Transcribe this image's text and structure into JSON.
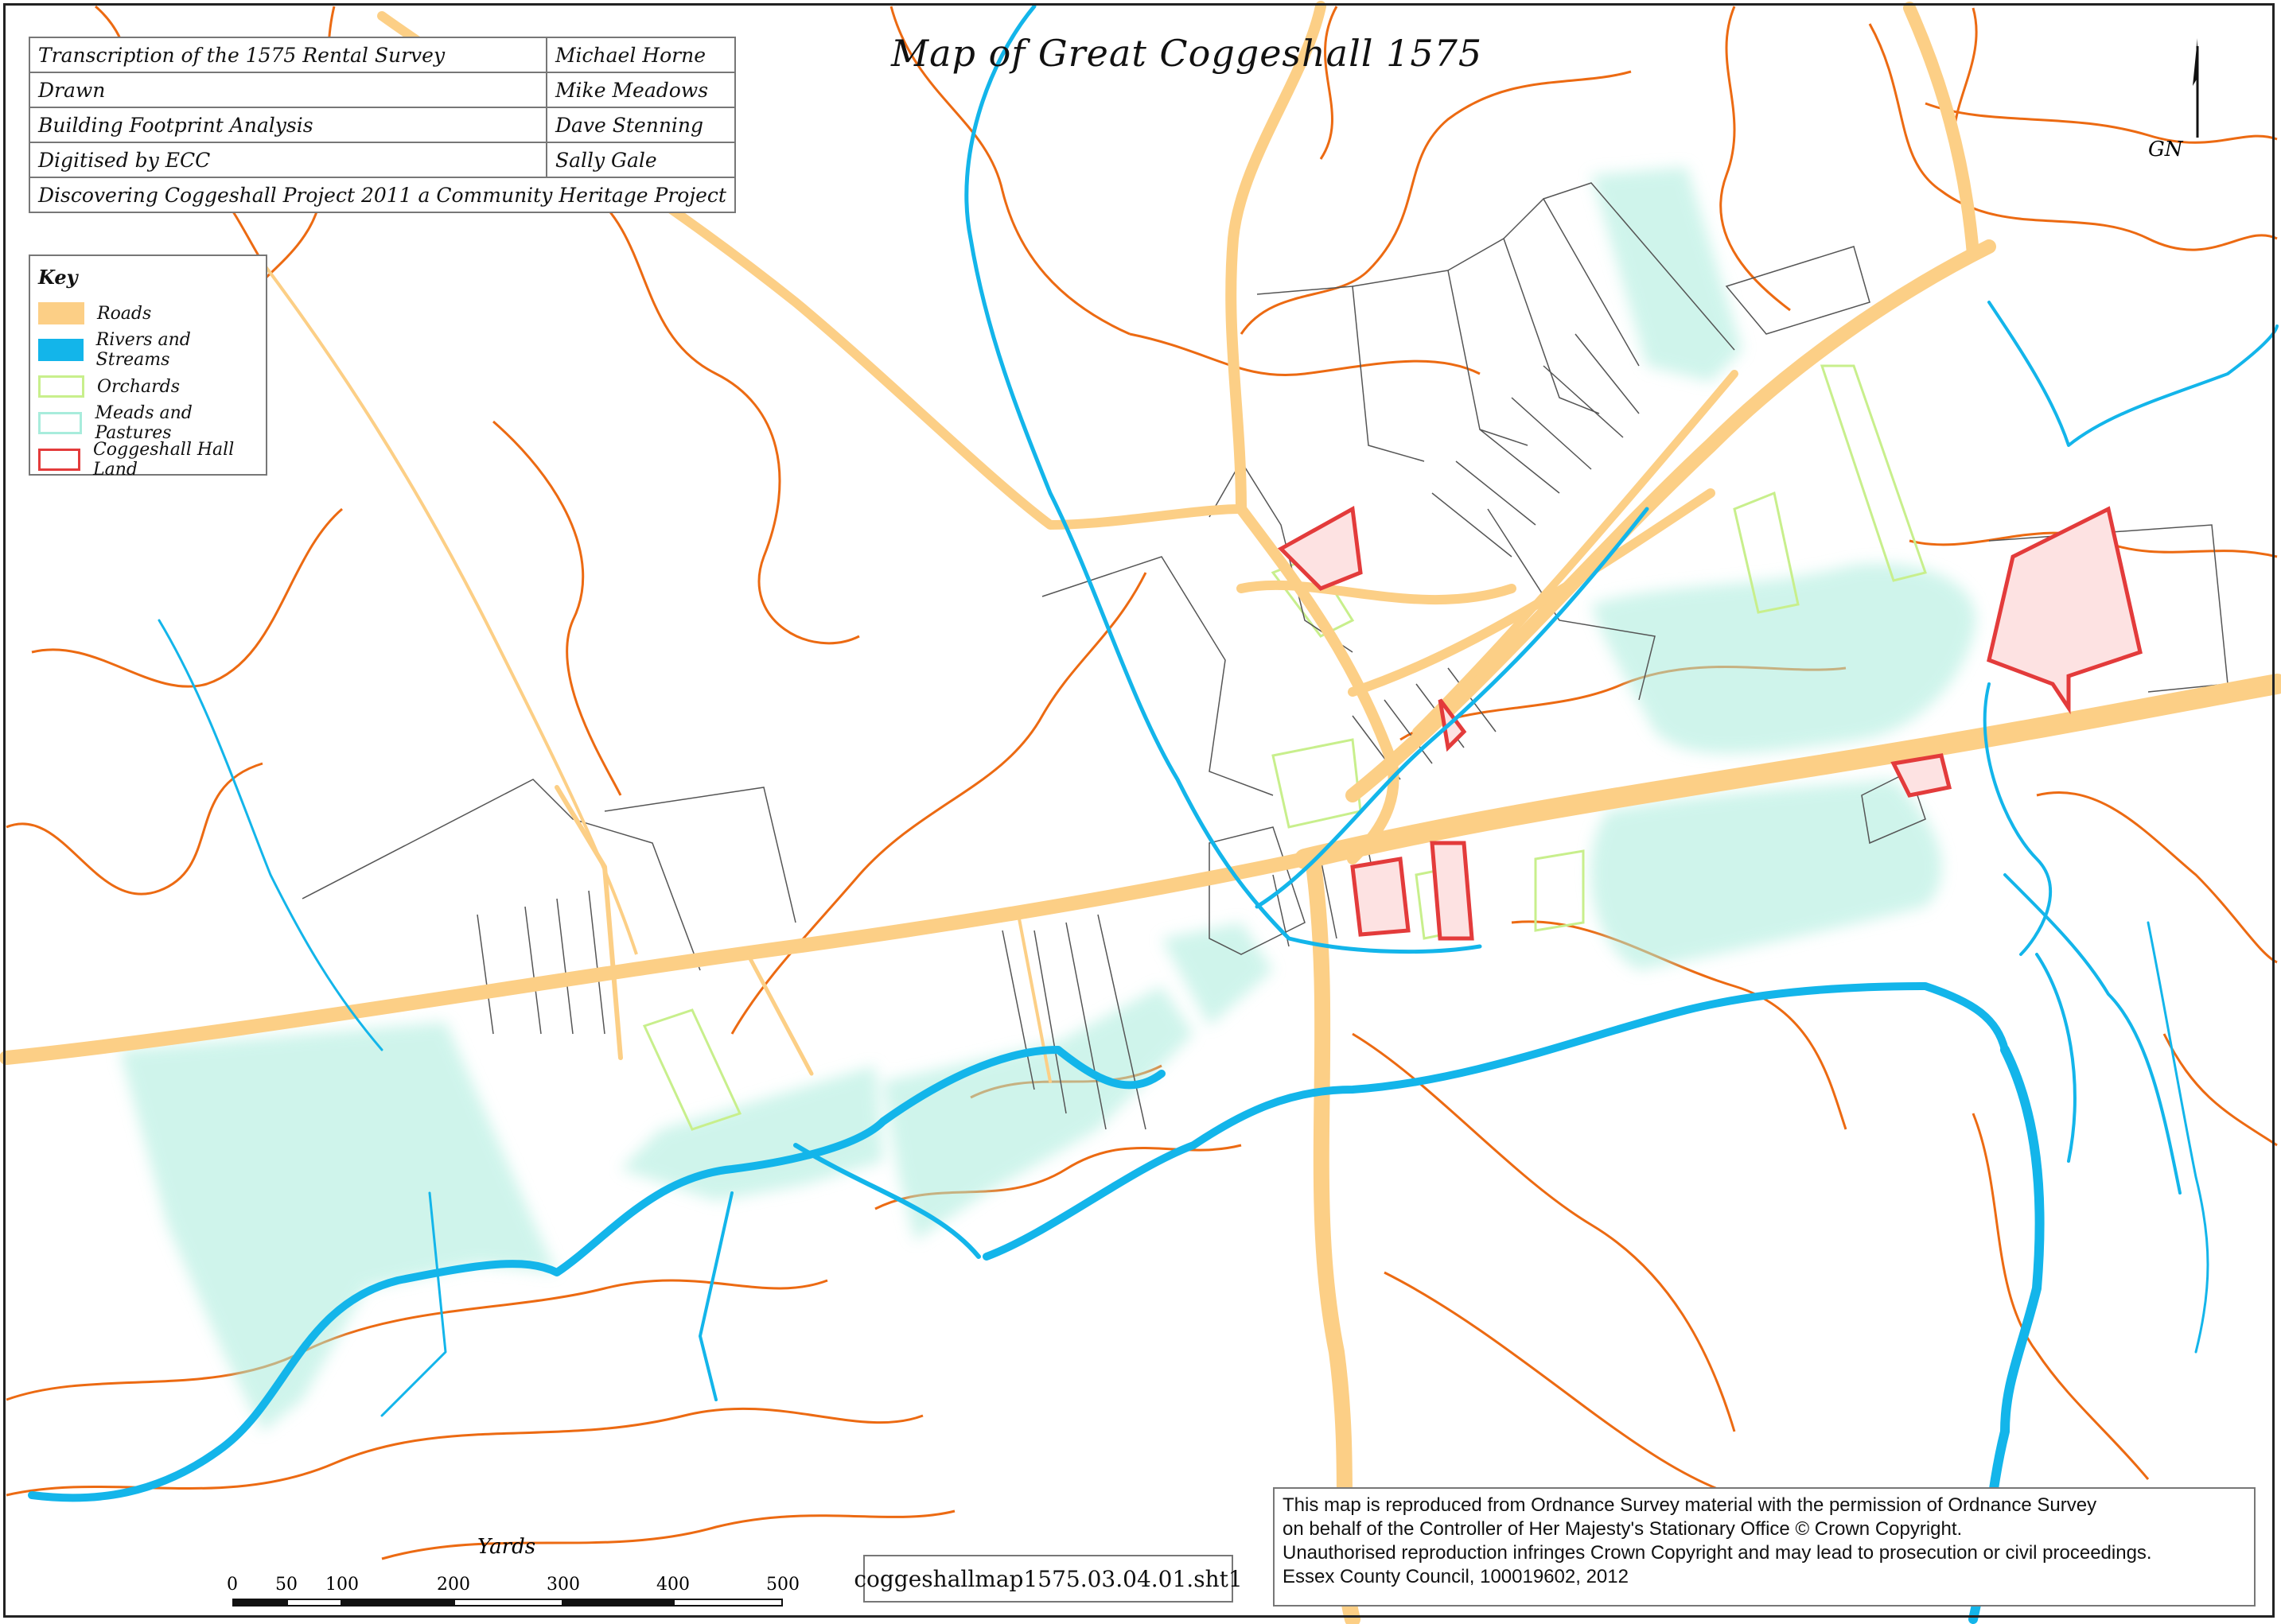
{
  "map": {
    "title": "Map of Great Coggeshall 1575",
    "sheet_id": "coggeshallmap1575.03.04.01.sht1"
  },
  "credits": [
    {
      "task": "Transcription of the 1575 Rental Survey",
      "person": "Michael Horne"
    },
    {
      "task": "Drawn",
      "person": "Mike Meadows"
    },
    {
      "task": "Building Footprint Analysis",
      "person": "Dave Stenning"
    },
    {
      "task": "Digitised by ECC",
      "person": "Sally Gale"
    }
  ],
  "credits_footer": "Discovering Coggeshall Project 2011 a Community Heritage Project",
  "key": {
    "title": "Key",
    "items": [
      {
        "label": "Roads",
        "fill": "#fccf86",
        "stroke": "#fccf86"
      },
      {
        "label": "Rivers and Streams",
        "fill": "#13b5ea",
        "stroke": "#13b5ea"
      },
      {
        "label": "Orchards",
        "fill": "#ffffff",
        "stroke": "#c8ef8c"
      },
      {
        "label": "Meads and Pastures",
        "fill": "#ffffff",
        "stroke": "#a8ecdc"
      },
      {
        "label": "Coggeshall Hall Land",
        "fill": "#ffffff",
        "stroke": "#e33b3b"
      }
    ]
  },
  "north_arrow": {
    "label": "GN"
  },
  "scale_bar": {
    "title": "Yards",
    "ticks": [
      "0",
      "50",
      "100",
      "200",
      "300",
      "400",
      "500"
    ]
  },
  "copyright": {
    "lines": [
      "This map is reproduced from Ordnance Survey material with the permission of Ordnance Survey",
      "on behalf of the Controller of Her Majesty's Stationary Office © Crown Copyright.",
      "Unauthorised reproduction infringes Crown Copyright and may lead to prosecution or civil proceedings.",
      "Essex County Council, 100019602, 2012"
    ]
  },
  "colors": {
    "road": "#fccf86",
    "river": "#13b5ea",
    "contour": "#ec6a12",
    "orchard": "#c8ef8c",
    "meadow": "#a8ecdc",
    "hall_land": "#e33b3b",
    "plot": "#555555"
  }
}
